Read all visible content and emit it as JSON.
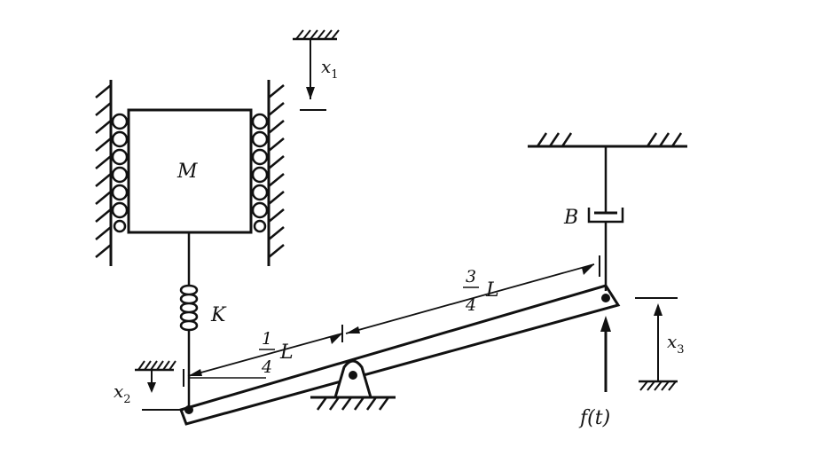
{
  "labels": {
    "mass": "M",
    "spring": "K",
    "damper": "B",
    "x1": "x",
    "x1_sub": "1",
    "x2": "x",
    "x2_sub": "2",
    "x3": "x",
    "x3_sub": "3",
    "frac_left_num": "1",
    "frac_left_den": "4",
    "frac_left_L": "L",
    "frac_right_num": "3",
    "frac_right_den": "4",
    "frac_right_L": "L",
    "force": "f(t)"
  }
}
